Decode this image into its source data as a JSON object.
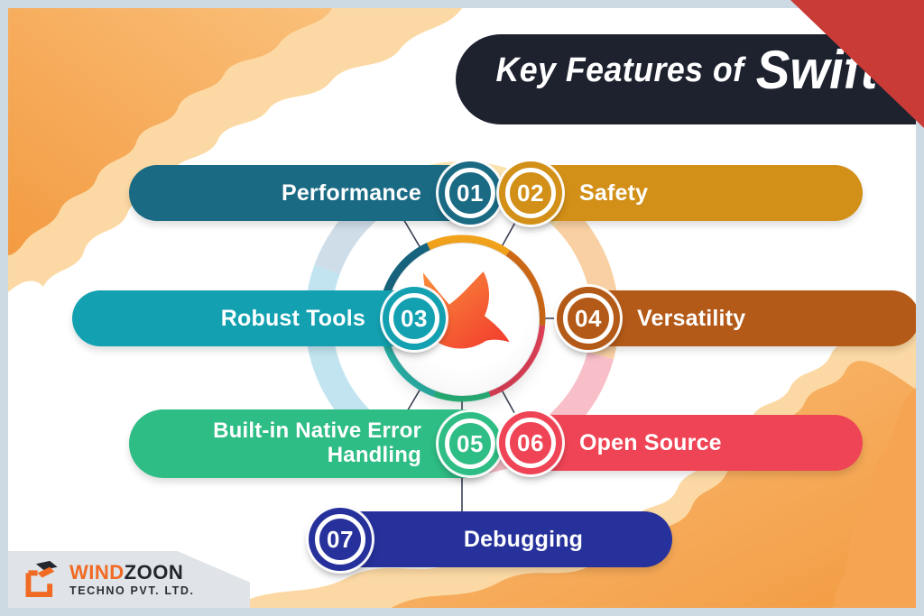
{
  "header": {
    "title_prefix": "Key Features of",
    "title_brand": "Swift",
    "banner_bg": "#1e222f",
    "corner_triangle_color": "#c93b36"
  },
  "features": [
    {
      "num": "01",
      "label": "Performance",
      "color": "#1a6a84",
      "badge_side": "right"
    },
    {
      "num": "02",
      "label": "Safety",
      "color": "#d29018",
      "badge_side": "left"
    },
    {
      "num": "03",
      "label": "Robust Tools",
      "color": "#13a1b1",
      "badge_side": "right"
    },
    {
      "num": "04",
      "label": "Versatility",
      "color": "#b45a18",
      "badge_side": "left"
    },
    {
      "num": "05",
      "label": "Built-in Native Error Handling",
      "color": "#2ebd84",
      "badge_side": "right"
    },
    {
      "num": "06",
      "label": "Open Source",
      "color": "#ef4456",
      "badge_side": "left"
    },
    {
      "num": "07",
      "label": "Debugging",
      "color": "#26319b",
      "badge_side": "left"
    }
  ],
  "center": {
    "icon": "swift-bird-icon",
    "icon_gradient": [
      "#f9923a",
      "#f2392e"
    ],
    "inner_ring_colors": [
      "#f2a31c",
      "#cf6a17",
      "#e8435a",
      "#2abd7f",
      "#2cb9ae",
      "#14a3b4",
      "#17647e"
    ],
    "outer_ring_colors": [
      "#fbe3ae",
      "#f9d0a3",
      "#f8bfc8",
      "#aee0d5",
      "#c2e4f0",
      "#cfdde9"
    ],
    "connector_line_color": "#3a4054"
  },
  "footer_logo": {
    "brand_part1": "WIND",
    "brand_part2": "ZOON",
    "subtitle": "TECHNO PVT. LTD.",
    "accent_color": "#f16a24",
    "dark_color": "#23262e"
  },
  "decor": {
    "frame_color": "#cdd9e3",
    "wave_light": "#fcd9a4",
    "wave_mid_gradient": [
      "#fac07a",
      "#f39b42"
    ]
  }
}
